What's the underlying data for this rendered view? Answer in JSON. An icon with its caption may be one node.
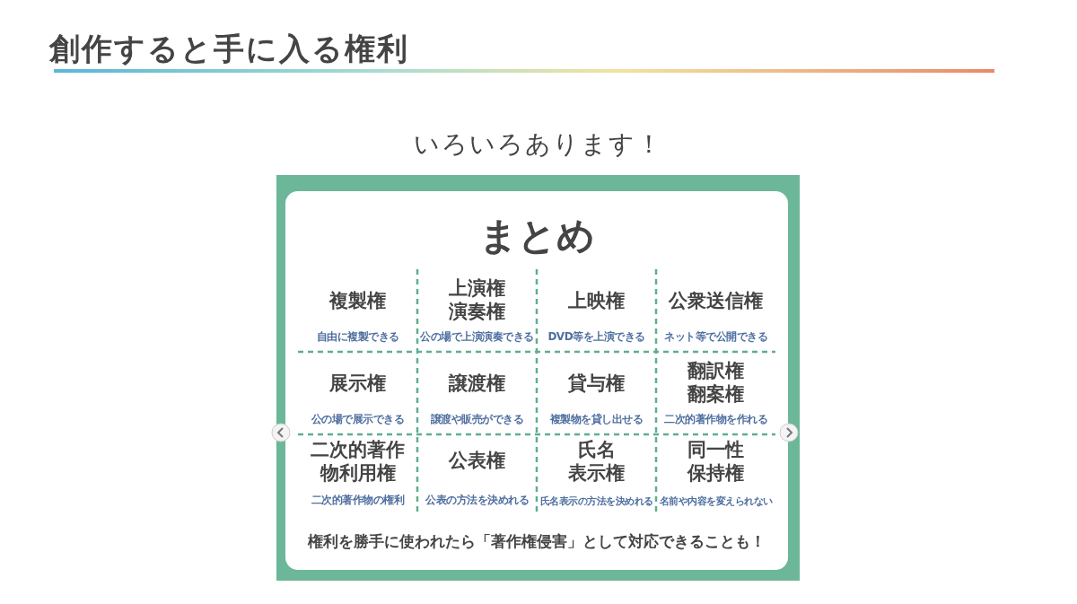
{
  "diagram": {
    "title": "創作すると手に入る権利",
    "labels": [
      "いろいろあります！",
      "まとめ",
      "複製権",
      "自由に複製できる",
      "上演権演奏権",
      "公の場で上演演奏できる",
      "上映権",
      "DVD等を上演できる",
      "公衆送信権",
      "ネット等で公開できる",
      "展示権",
      "公の場で展示できる",
      "譲渡権",
      "譲渡や販売ができる",
      "貸与権",
      "複製物を貸し出せる",
      "翻訳権翻案権",
      "二次的著作物を作れる",
      "二次的著作物利用権",
      "二次的著作物の権利",
      "公表権",
      "公表の方法を決めれる",
      "氏名表示権",
      "氏名表示の方法を決めれる",
      "同一性保持権",
      "名前や内容を変えられない",
      "権利を勝手に使われたら「著作権侵害」として対応できることも！"
    ]
  }
}
